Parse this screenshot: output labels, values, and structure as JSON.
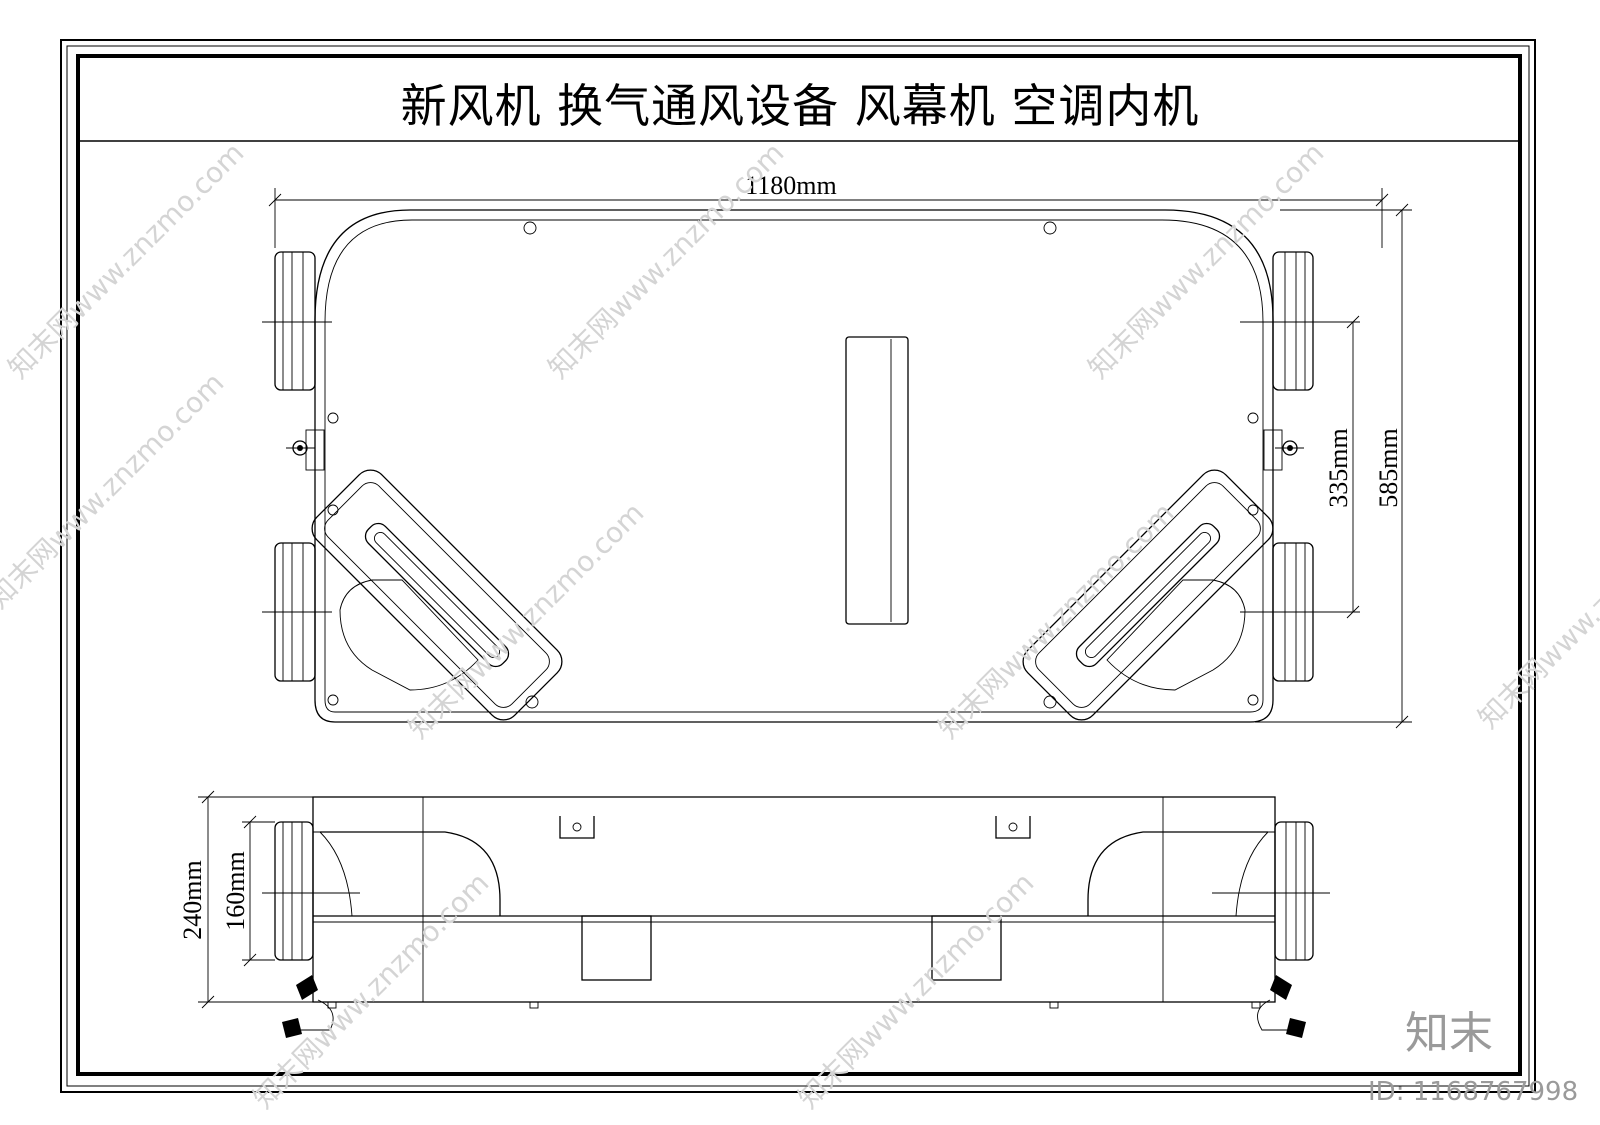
{
  "title": "新风机  换气通风设备  风幕机  空调内机",
  "dimensions": {
    "plan_width": "1180mm",
    "plan_outer_spacing": "585mm",
    "plan_inner_spacing": "335mm",
    "side_height": "240mm",
    "side_duct": "160mm"
  },
  "watermark": {
    "tile_text": "知末网www.znzmo.com",
    "logo": "知末",
    "id_label": "ID: 1168767998"
  }
}
